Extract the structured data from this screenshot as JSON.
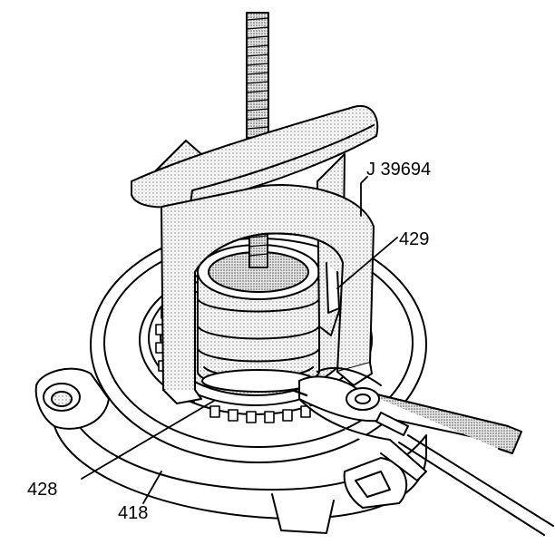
{
  "figure": {
    "callouts": {
      "tool_label": "J 39694",
      "label_429": "429",
      "label_428": "428",
      "label_418": "418"
    },
    "colors": {
      "ink": "#000000",
      "paper": "#ffffff",
      "shade": "#c8c8c8"
    }
  }
}
